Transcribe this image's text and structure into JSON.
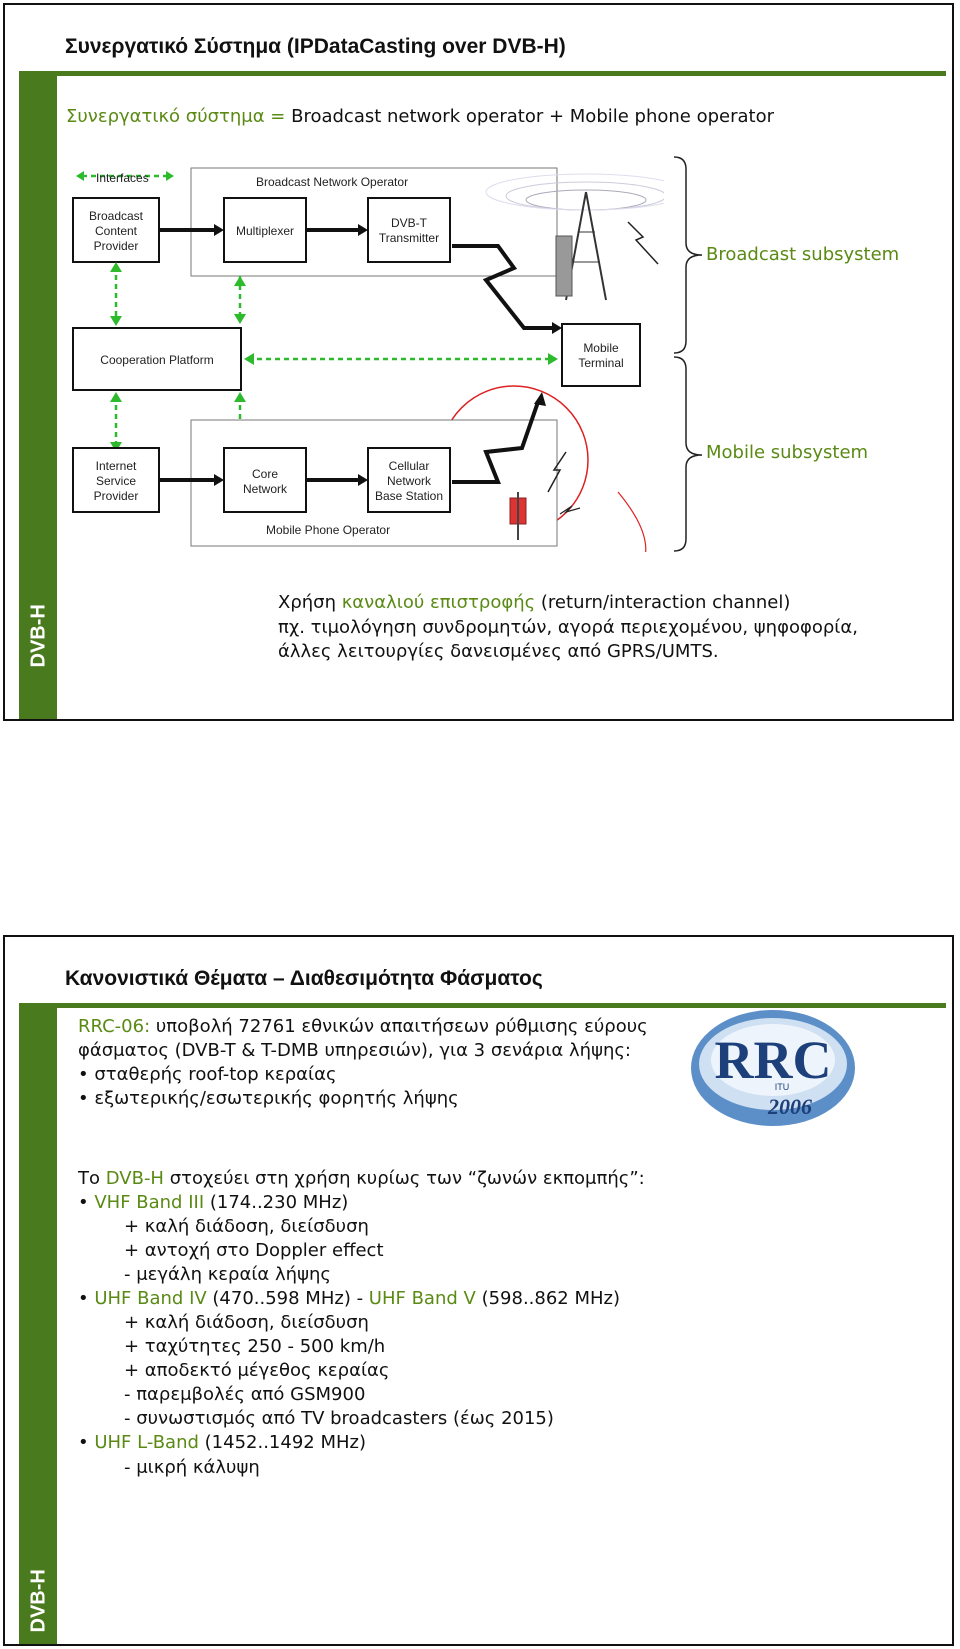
{
  "slide1": {
    "title": "Συνεργατικό Σύστημα (IPDataCasting over DVB-H)",
    "subtitle_green": "Συνεργατικό σύστημα =",
    "subtitle_rest": " Broadcast network operator + Mobile phone operator",
    "side_label": "DVB-H",
    "diagram": {
      "interfaces": "Interfaces",
      "broadcast_network_operator": "Broadcast Network Operator",
      "broadcast_content_provider": [
        "Broadcast",
        "Content",
        "Provider"
      ],
      "multiplexer": "Multiplexer",
      "dvbt_transmitter": [
        "DVB-T",
        "Transmitter"
      ],
      "cooperation_platform": "Cooperation Platform",
      "mobile_terminal": [
        "Mobile",
        "Terminal"
      ],
      "internet_service_provider": [
        "Internet",
        "Service",
        "Provider"
      ],
      "core_network": [
        "Core",
        "Network"
      ],
      "cellular_base_station": [
        "Cellular",
        "Network",
        "Base Station"
      ],
      "mobile_phone_operator": "Mobile Phone Operator"
    },
    "broadcast_subsystem": "Broadcast subsystem",
    "mobile_subsystem": "Mobile subsystem",
    "note_line1_a": "Χρήση ",
    "note_line1_green": "καναλιού επιστροφής",
    "note_line1_b": " (return/interaction channel)",
    "note_line2": "πχ. τιμολόγηση συνδρομητών, αγορά περιεχομένου, ψηφοφορία,",
    "note_line3": "άλλες λειτουργίες δανεισμένες από GPRS/UMTS."
  },
  "slide2": {
    "title": "Κανονιστικά Θέματα – Διαθεσιμότητα Φάσματος",
    "side_label": "DVB-H",
    "rrc_green": "RRC-06:",
    "rrc_line1_rest": " υποβολή 72761 εθνικών απαιτήσεων ρύθμισης εύρους",
    "rrc_line2": "φάσματος (DVB-T & T-DMB υπηρεσιών), για 3 σενάρια λήψης:",
    "rrc_bullet1": "• σταθερής roof-top κεραίας",
    "rrc_bullet2": "• εξωτερικής/εσωτερικής φορητής λήψης",
    "logo_text": "RRC",
    "logo_itu": "ITU",
    "logo_year": "2006",
    "target_a": "Το ",
    "target_green": "DVB-H",
    "target_b": " στοχεύει στη χρήση κυρίως των “ζωνών εκπομπής”:",
    "vhf_bullet": "• ",
    "vhf_green": "VHF Band III",
    "vhf_rest": " (174..230 MHz)",
    "vhf_items": [
      "+ καλή διάδοση, διείσδυση",
      "+ αντοχή στο Doppler effect",
      "- μεγάλη κεραία λήψης"
    ],
    "uhf_bullet": "• ",
    "uhf_green1": "UHF Band IV",
    "uhf_mid": " (470..598 MHz) - ",
    "uhf_green2": "UHF Band V",
    "uhf_rest": " (598..862 MHz)",
    "uhf_items": [
      "+ καλή διάδοση, διείσδυση",
      "+ ταχύτητες 250 - 500 km/h",
      "+ αποδεκτό μέγεθος κεραίας",
      "- παρεμβολές από GSM900",
      "- συνωστισμός από TV broadcasters (έως 2015)"
    ],
    "lband_bullet": "• ",
    "lband_green": "UHF L-Band",
    "lband_rest": " (1452..1492 MHz)",
    "lband_items": [
      "- μικρή κάλυψη"
    ]
  }
}
